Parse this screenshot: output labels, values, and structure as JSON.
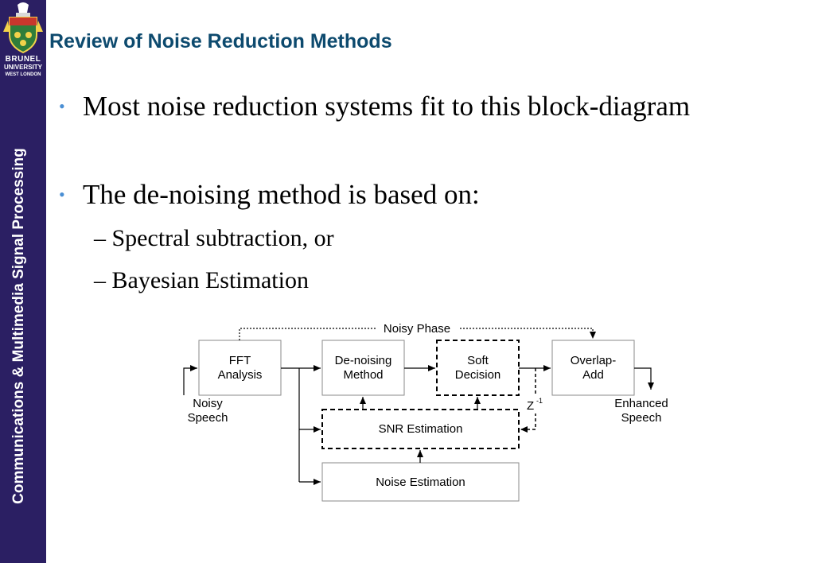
{
  "sidebar": {
    "logo": {
      "name": "BRUNEL",
      "line2": "UNIVERSITY",
      "line3": "WEST LONDON"
    },
    "label": "Communications & Multimedia Signal Processing",
    "colors": {
      "background": "#2b1f63",
      "text": "#ffffff"
    }
  },
  "slide": {
    "title": "Review of Noise Reduction Methods",
    "bullets": [
      "Most noise reduction systems fit to this block-diagram",
      "The de-noising method is based on:"
    ],
    "sub_bullets": [
      "– Spectral subtraction, or",
      "– Bayesian Estimation"
    ],
    "colors": {
      "title": "#0d4a6e",
      "bullet_dot": "#4a8fd4"
    }
  },
  "diagram": {
    "blocks": {
      "fft": [
        "FFT",
        "Analysis"
      ],
      "denoise": [
        "De-noising",
        "Method"
      ],
      "soft": [
        "Soft",
        "Decision"
      ],
      "overlap": [
        "Overlap-",
        "Add"
      ],
      "snr": "SNR Estimation",
      "noise": "Noise Estimation"
    },
    "labels": {
      "noisy_phase": "Noisy Phase",
      "input": [
        "Noisy",
        "Speech"
      ],
      "output": [
        "Enhanced",
        "Speech"
      ],
      "delay": "Z",
      "delay_exp": "-1"
    }
  }
}
